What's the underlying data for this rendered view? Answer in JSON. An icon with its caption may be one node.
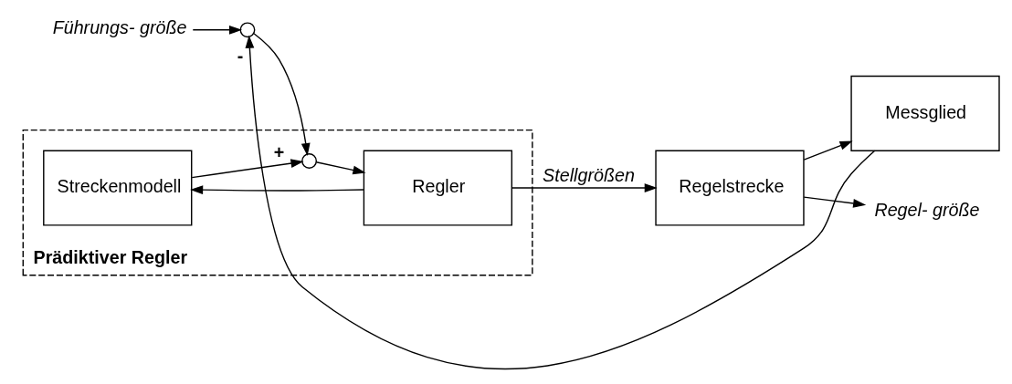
{
  "diagram": {
    "nodes": [
      {
        "text": [
          "Prädiktiver Regler"
        ]
      },
      {
        "text": [
          "Führungs- größe"
        ]
      },
      {
        "text": [],
        "shape": "circle"
      },
      {
        "text": [],
        "shape": "circle",
        "in": 0
      },
      {
        "text": [
          "Regler"
        ],
        "in": 0
      },
      {
        "text": [
          "Streckenmodell"
        ],
        "in": 0
      },
      {
        "text": [
          "Regelstrecke"
        ]
      },
      {
        "text": [
          "Messglied"
        ]
      },
      {
        "text": [
          "Regel- größe"
        ]
      }
    ],
    "edges": [
      {
        "from": 1,
        "to": 2,
        "arrow": "to"
      },
      {
        "from": 2,
        "to": 3,
        "arrow": "to"
      },
      {
        "from": 3,
        "to": 4,
        "arrow": "to"
      },
      {
        "from": 4,
        "to": 6,
        "arrow": "to",
        "label": "Stellgrößen"
      },
      {
        "from": 4,
        "to": 5,
        "arrow": "to"
      },
      {
        "from": 5,
        "to": 3,
        "arrow": "to",
        "label": "+"
      },
      {
        "from": 6,
        "to": 8,
        "arrow": "to"
      },
      {
        "from": 6,
        "to": 7,
        "arrow": "to"
      },
      {
        "from": 7,
        "to": 2,
        "arrow": "to",
        "label": "-"
      }
    ]
  }
}
